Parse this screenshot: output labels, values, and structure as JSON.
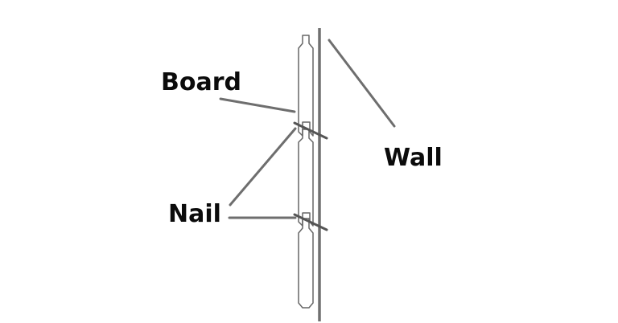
{
  "labels": {
    "board": "Board",
    "nail": "Nail",
    "wall": "Wall"
  },
  "colors": {
    "background": "#ffffff",
    "text": "#0b0b0b",
    "outline": "#666666",
    "leader_line": "#6e6e6e",
    "wall_line": "#707070"
  }
}
